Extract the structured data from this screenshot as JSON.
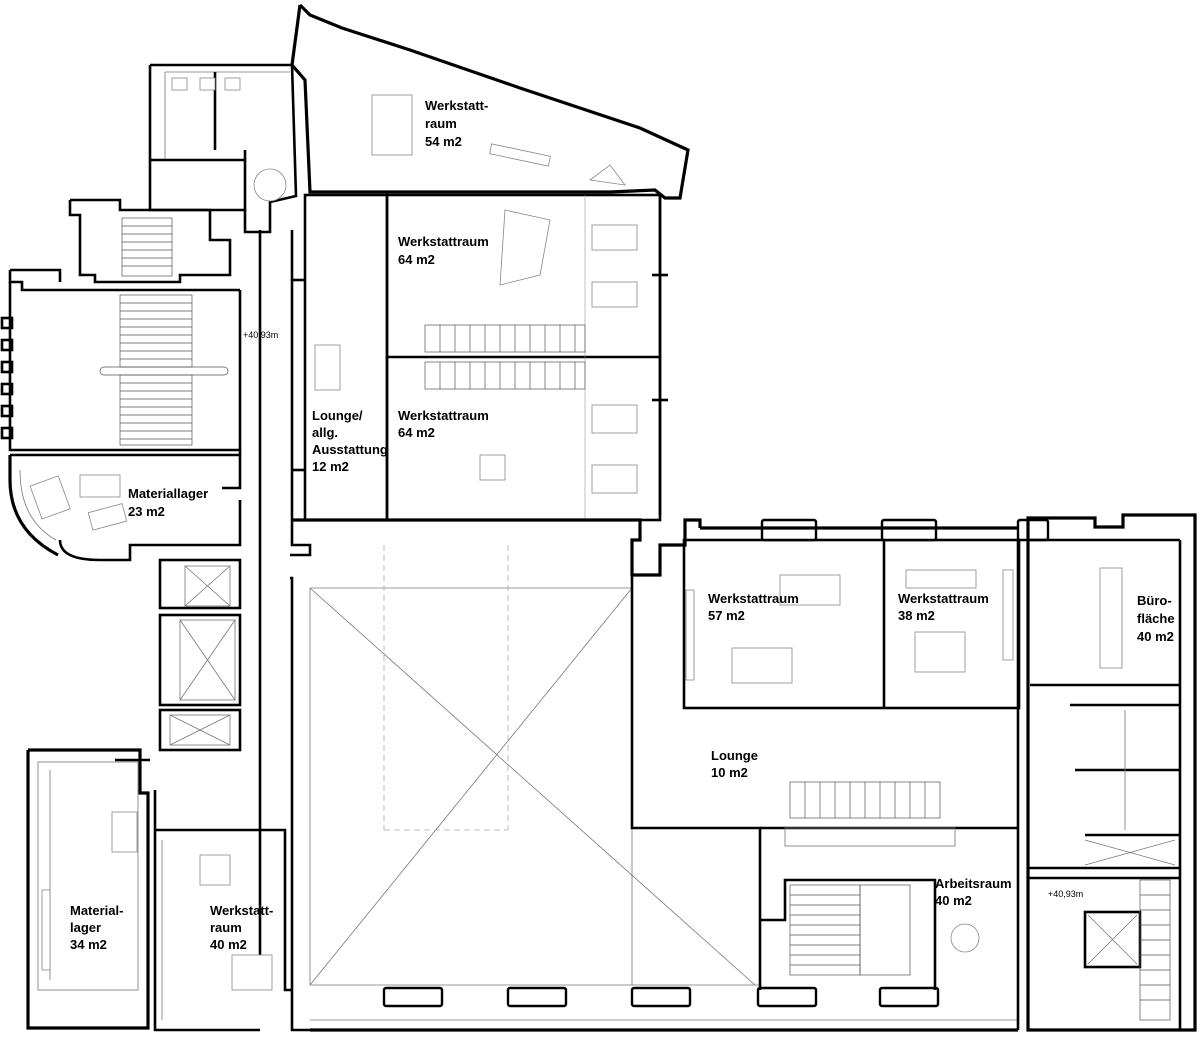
{
  "rooms": [
    {
      "id": "werkstatt-54",
      "lines": [
        "Werkstatt-",
        "raum",
        "54 m2"
      ]
    },
    {
      "id": "werkstatt-64a",
      "lines": [
        "Werkstattraum",
        "64 m2"
      ]
    },
    {
      "id": "werkstatt-64b",
      "lines": [
        "Werkstattraum",
        "64 m2"
      ]
    },
    {
      "id": "lounge-12",
      "lines": [
        "Lounge/",
        "allg.",
        "Ausstattung",
        "12 m2"
      ]
    },
    {
      "id": "materiallager-23",
      "lines": [
        "Materiallager",
        "23 m2"
      ]
    },
    {
      "id": "werkstatt-57",
      "lines": [
        "Werkstattraum",
        "57 m2"
      ]
    },
    {
      "id": "werkstatt-38",
      "lines": [
        "Werkstattraum",
        "38 m2"
      ]
    },
    {
      "id": "buero-40",
      "lines": [
        "Büro-",
        "fläche",
        "40 m2"
      ]
    },
    {
      "id": "lounge-10",
      "lines": [
        "Lounge",
        "10 m2"
      ]
    },
    {
      "id": "arbeitsraum-40",
      "lines": [
        "Arbeitsraum",
        "40 m2"
      ]
    },
    {
      "id": "materiallager-34",
      "lines": [
        "Material-",
        "lager",
        "34 m2"
      ]
    },
    {
      "id": "werkstatt-40",
      "lines": [
        "Werkstatt-",
        "raum",
        "40 m2"
      ]
    }
  ],
  "levels": {
    "level_a": "+40,93m",
    "level_b": "+40,93m"
  }
}
